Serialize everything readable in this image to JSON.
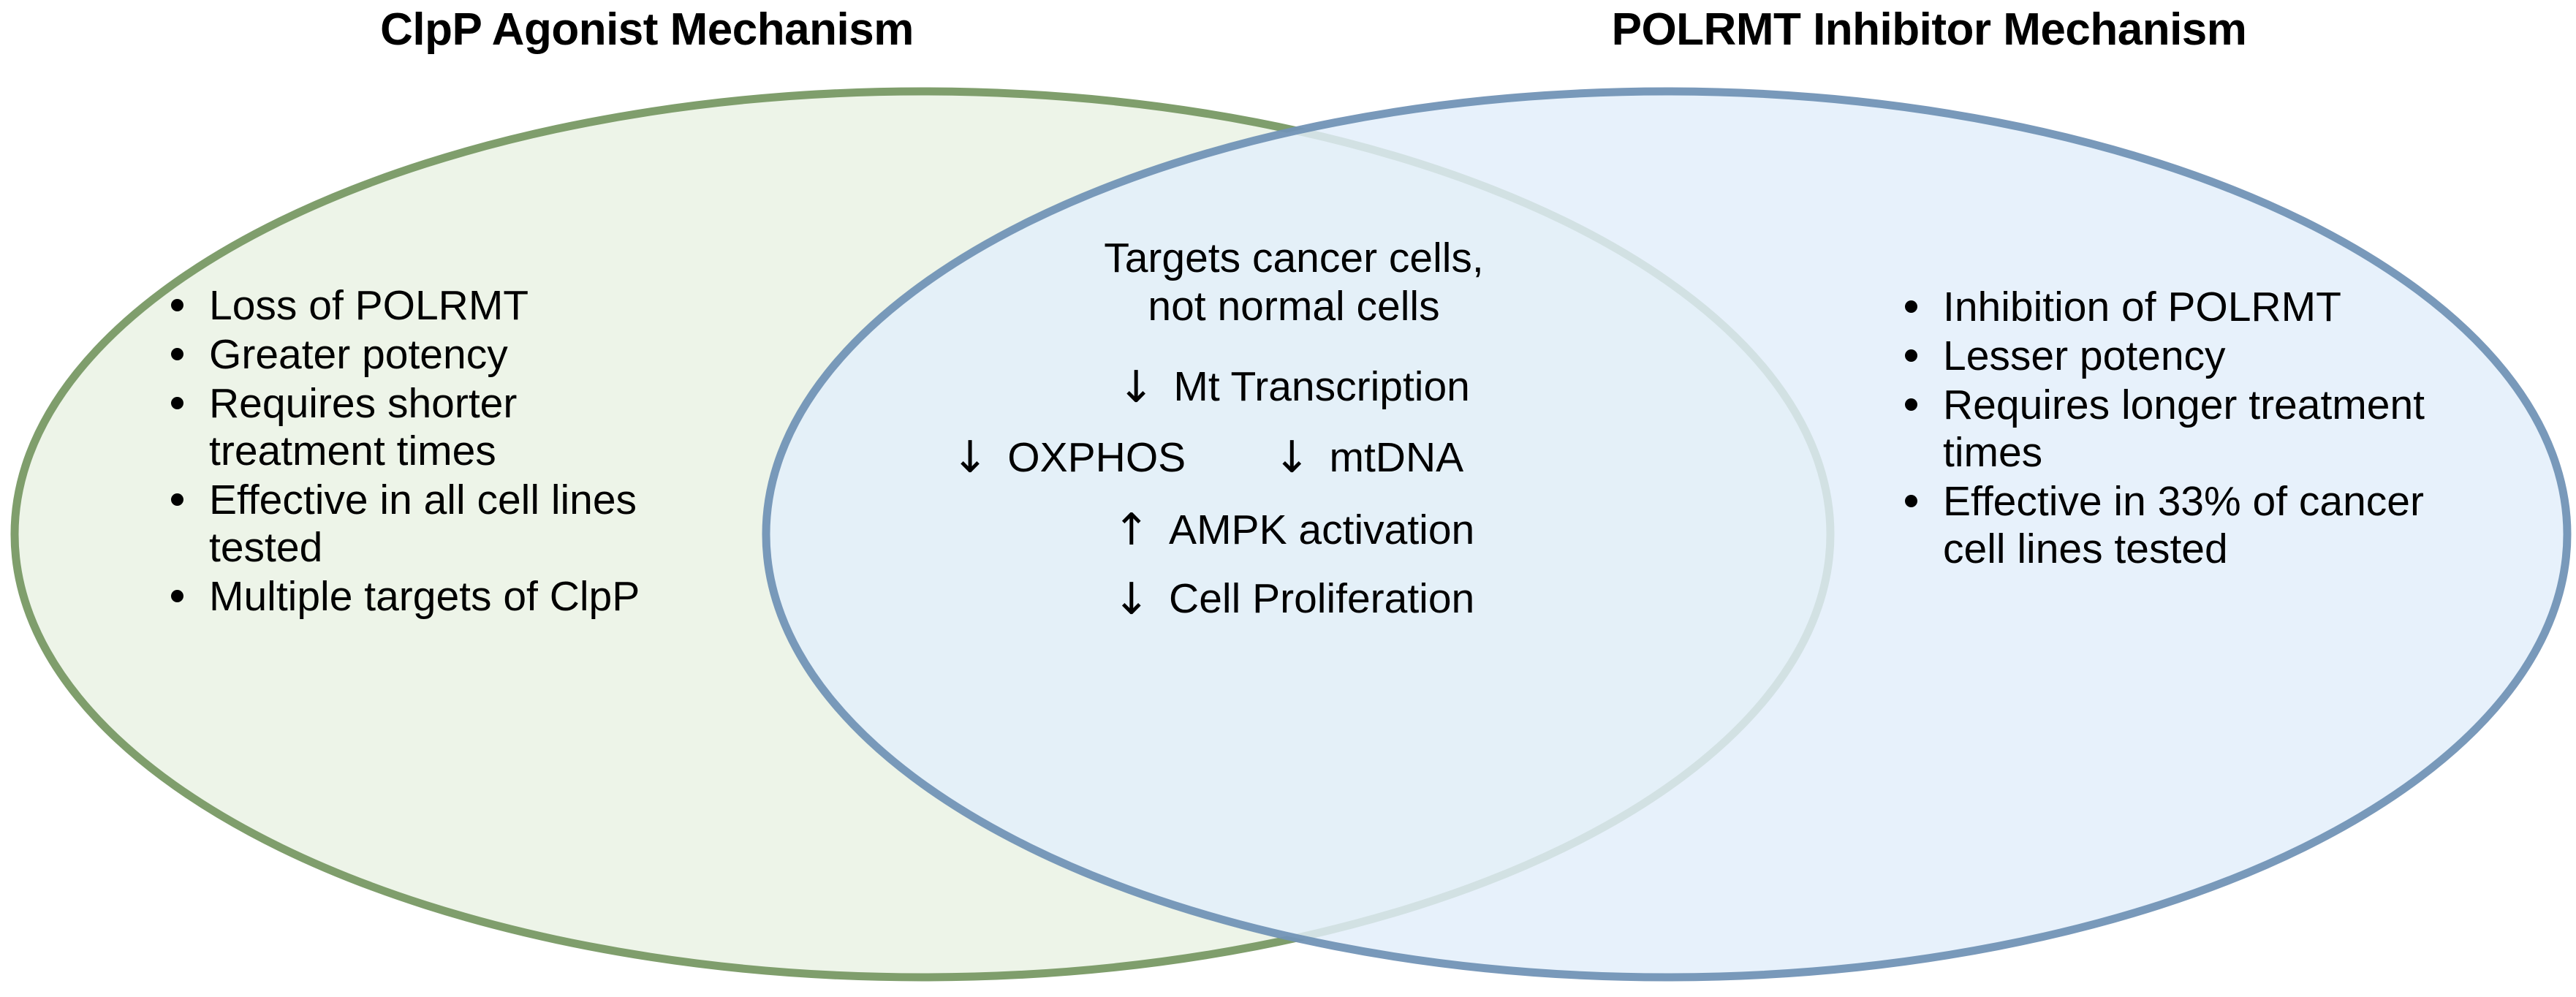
{
  "titles": {
    "left": "ClpP Agonist Mechanism",
    "right": "POLRMT Inhibitor Mechanism"
  },
  "colors": {
    "green_stroke": "#7f9e6c",
    "green_fill": "#edf4e8",
    "blue_stroke": "#7294b6",
    "blue_fill": "#e7f0f9",
    "overlap_fill": "#dfecec",
    "text": "#000000",
    "background": "#ffffff"
  },
  "left_set": {
    "name": "ClpP Agonist Mechanism",
    "bullets": [
      "Loss of POLRMT",
      "Greater potency",
      "Requires shorter treatment times",
      "Effective in all cell lines tested",
      "Multiple targets of ClpP"
    ]
  },
  "right_set": {
    "name": "POLRMT Inhibitor Mechanism",
    "bullets": [
      "Inhibition of POLRMT",
      "Lesser potency",
      "Requires longer treatment times",
      "Effective in 33% of cancer cell lines tested"
    ]
  },
  "intersection": {
    "headline": "Targets cancer cells,\nnot normal cells",
    "flow": [
      {
        "arrow": "↓",
        "label": "Mt Transcription"
      },
      {
        "arrow": "↓",
        "label": "OXPHOS"
      },
      {
        "arrow": "↓",
        "label": "mtDNA"
      },
      {
        "arrow": "↑",
        "label": "AMPK activation"
      },
      {
        "arrow": "↓",
        "label": "Cell Proliferation"
      }
    ]
  },
  "chart_data": {
    "type": "venn",
    "title": "",
    "sets": [
      {
        "id": "left",
        "label": "ClpP Agonist Mechanism",
        "fill": "#edf4e8",
        "stroke": "#7f9e6c",
        "items": [
          "Loss of POLRMT",
          "Greater potency",
          "Requires shorter treatment times",
          "Effective in all cell lines tested",
          "Multiple targets of ClpP"
        ]
      },
      {
        "id": "right",
        "label": "POLRMT Inhibitor Mechanism",
        "fill": "#e7f0f9",
        "stroke": "#7294b6",
        "items": [
          "Inhibition of POLRMT",
          "Lesser potency",
          "Requires longer treatment times",
          "Effective in 33% of cancer cell lines tested"
        ]
      }
    ],
    "intersection_items": [
      "Targets cancer cells, not normal cells",
      "↓ Mt Transcription",
      "↓ OXPHOS",
      "↓ mtDNA",
      "↑ AMPK activation",
      "↓ Cell Proliferation"
    ],
    "legend": "none",
    "grid": false
  }
}
